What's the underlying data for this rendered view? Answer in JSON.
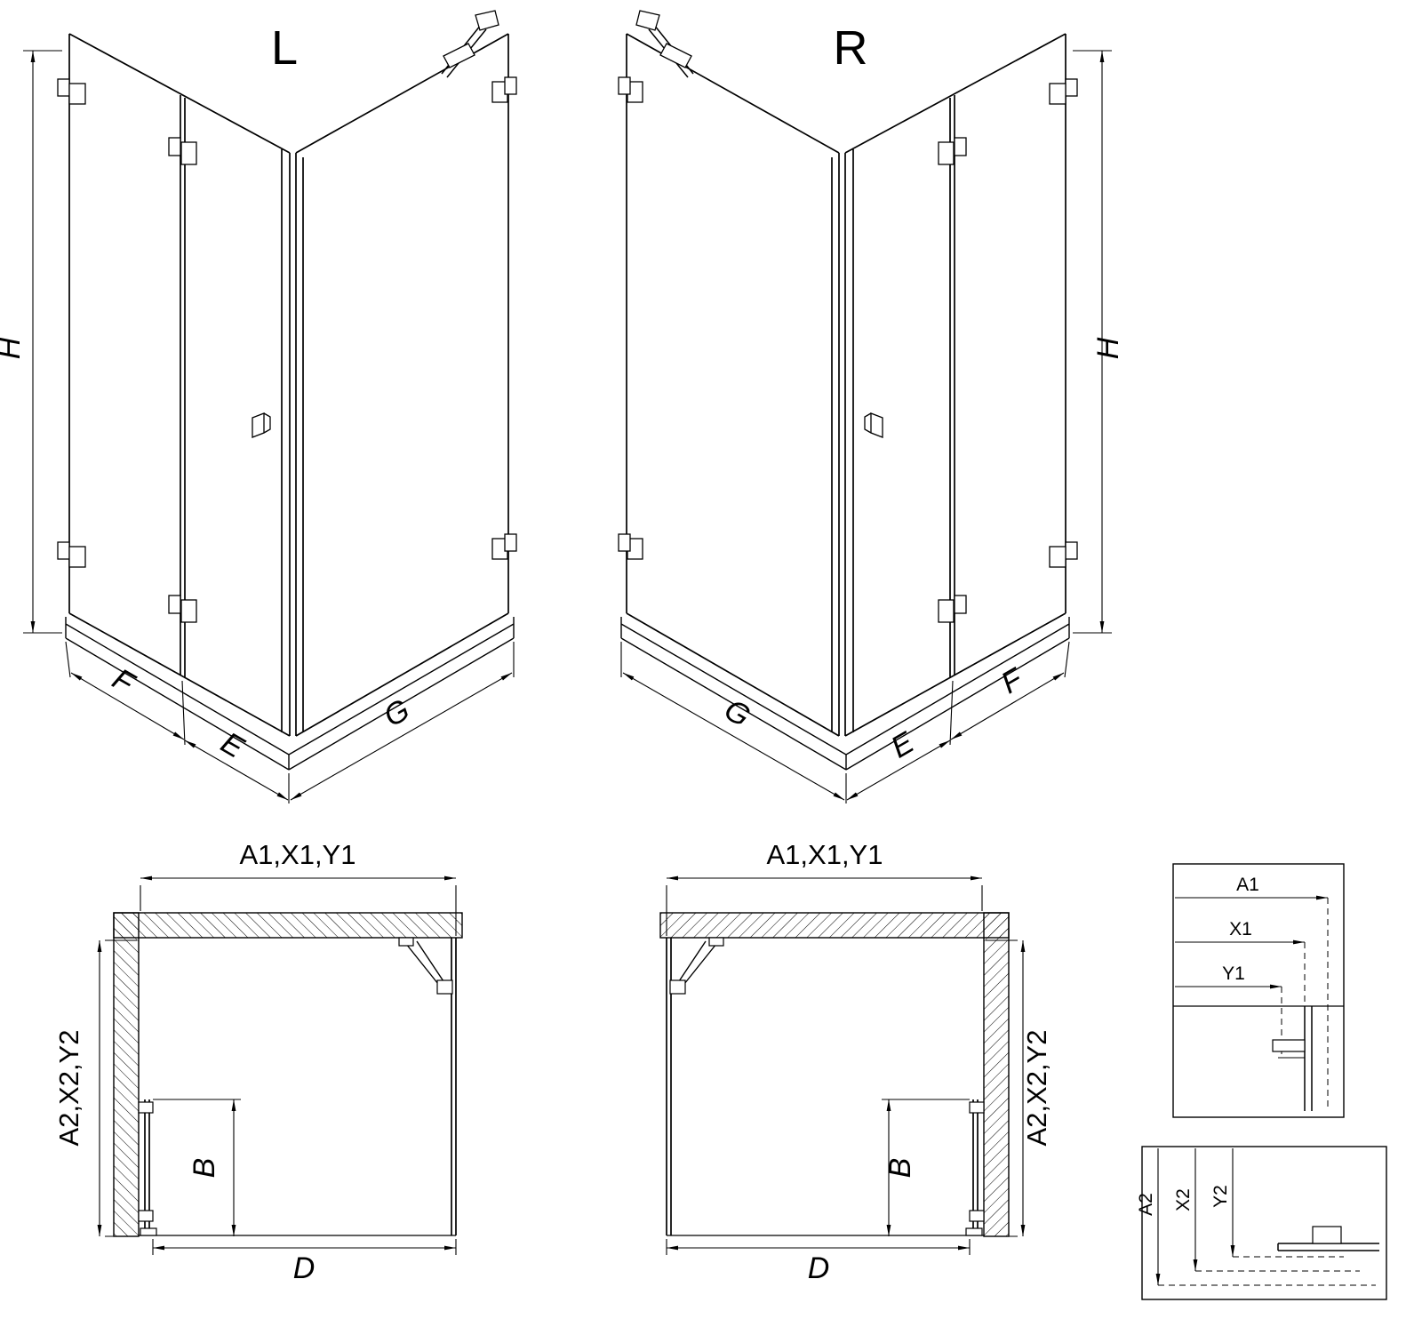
{
  "iso_left": {
    "title": "L",
    "dim_h": "H",
    "dim_f": "F",
    "dim_e": "E",
    "dim_g": "G"
  },
  "iso_right": {
    "title": "R",
    "dim_h": "H",
    "dim_f": "F",
    "dim_e": "E",
    "dim_g": "G"
  },
  "plan_left": {
    "dim_top": "A1,X1,Y1",
    "dim_side": "A2,X2,Y2",
    "dim_b": "B",
    "dim_d": "D"
  },
  "plan_right": {
    "dim_top": "A1,X1,Y1",
    "dim_side": "A2,X2,Y2",
    "dim_b": "B",
    "dim_d": "D"
  },
  "inset_top": {
    "dim_a1": "A1",
    "dim_x1": "X1",
    "dim_y1": "Y1"
  },
  "inset_bottom": {
    "dim_a2": "A2",
    "dim_x2": "X2",
    "dim_y2": "Y2"
  },
  "colors": {
    "line": "#000000",
    "background": "#ffffff"
  }
}
